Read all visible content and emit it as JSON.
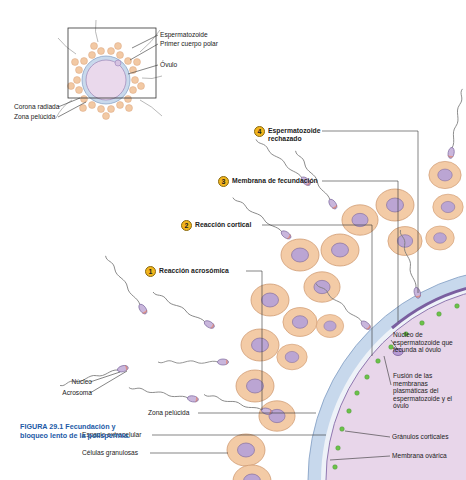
{
  "diagram": {
    "caption": "FIGURA 29.1 Fecundación y bloqueo lento de la polispermia.",
    "nodes": [
      {
        "text": [
          "4",
          "Espermatozoide rechazado"
        ]
      },
      {
        "text": [
          "3",
          "Membrana de fecundación"
        ]
      },
      {
        "text": [
          "2",
          "Reacción cortical"
        ]
      },
      {
        "text": [
          "1",
          "Reacción acrosómica"
        ]
      }
    ],
    "labels": [
      "Espermatozoide",
      "Primer cuerpo polar",
      "Óvulo",
      "Corona radiada",
      "Zona pelúcida",
      "Núcleo de espermatozoide que fecunda al óvulo",
      "Fusión de las membranas plasmáticas del espermatozoide y el óvulo",
      "Núcleo",
      "Acrosoma",
      "Zona pelúcida",
      "Espacio extracelular",
      "Células granulosas",
      "Gránulos corticales",
      "Membrana ovárica"
    ]
  }
}
